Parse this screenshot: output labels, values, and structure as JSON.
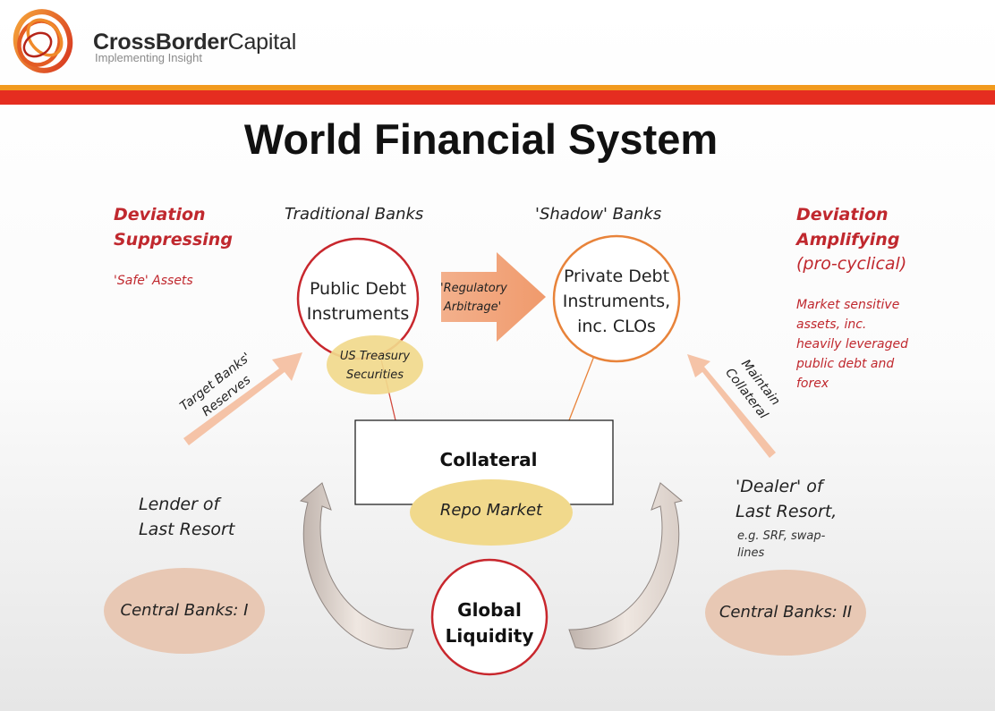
{
  "header": {
    "brand_bold": "CrossBorder",
    "brand_light": "Capital",
    "tagline": "Implementing Insight"
  },
  "title": "World Financial System",
  "left_panel": {
    "heading_line1": "Deviation",
    "heading_line2": "Suppressing",
    "note": "'Safe' Assets"
  },
  "right_panel": {
    "heading_line1": "Deviation",
    "heading_line2": "Amplifying",
    "paren": "(pro-cyclical)",
    "note_lines": [
      "Market sensitive",
      "assets, inc.",
      "heavily leveraged",
      "public debt and",
      "forex"
    ]
  },
  "traditional": {
    "header": "Traditional Banks",
    "circle_line1": "Public Debt",
    "circle_line2": "Instruments",
    "ellipse_line1": "US Treasury",
    "ellipse_line2": "Securities"
  },
  "shadow": {
    "header": "'Shadow' Banks",
    "circle_line1": "Private Debt",
    "circle_line2": "Instruments,",
    "circle_line3": "inc. CLOs"
  },
  "arbitrage": {
    "line1": "'Regulatory",
    "line2": "Arbitrage'"
  },
  "collateral": {
    "label": "Collateral",
    "repo": "Repo Market"
  },
  "global_liquidity": {
    "line1": "Global",
    "line2": "Liquidity"
  },
  "left_bottom": {
    "line1": "Lender of",
    "line2": "Last Resort",
    "central_bank": "Central Banks: I",
    "arrow_line1": "Target Banks'",
    "arrow_line2": "Reserves"
  },
  "right_bottom": {
    "line1": "'Dealer' of",
    "line2": "Last Resort,",
    "small_line1": "e.g. SRF, swap-",
    "small_line2": "lines",
    "central_bank": "Central Banks: II",
    "arrow_line1": "Maintain",
    "arrow_line2": "Collateral"
  },
  "colors": {
    "brand_red": "#e52d20",
    "brand_orange": "#f29a1e",
    "heading_red": "#c0282e",
    "circle_red": "#c8272d",
    "circle_orange": "#e8833a",
    "ellipse_yellow": "#f1d98c",
    "central_bank_fill": "#e8c8b4",
    "arrow_peach": "#f5c3a7"
  }
}
